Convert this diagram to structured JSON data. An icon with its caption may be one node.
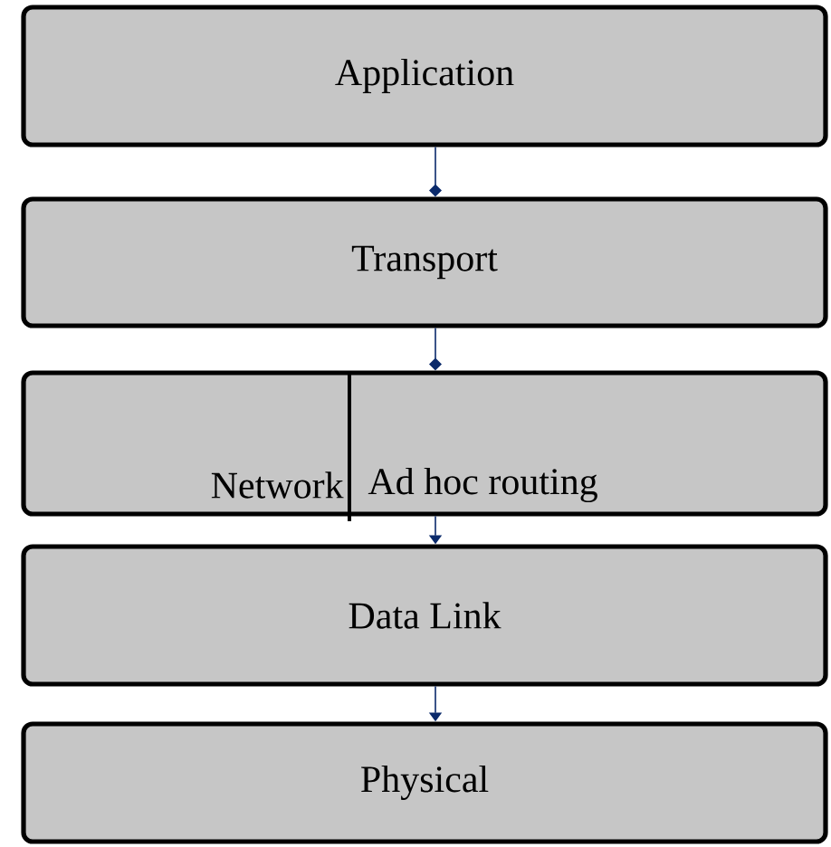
{
  "diagram": {
    "nodes": [
      {
        "text": [
          "Application"
        ]
      },
      {
        "text": [
          "Transport"
        ]
      },
      {
        "text": [
          "Network",
          "Ad hoc routing"
        ]
      },
      {
        "text": [
          "Data Link"
        ]
      },
      {
        "text": [
          "Physical"
        ]
      }
    ],
    "edges": [
      {
        "from": 0,
        "to": 1,
        "arrow": "other"
      },
      {
        "from": 1,
        "to": 2,
        "arrow": "other"
      },
      {
        "from": 2,
        "to": 3,
        "arrow": "to"
      },
      {
        "from": 3,
        "to": 4,
        "arrow": "to"
      }
    ]
  }
}
